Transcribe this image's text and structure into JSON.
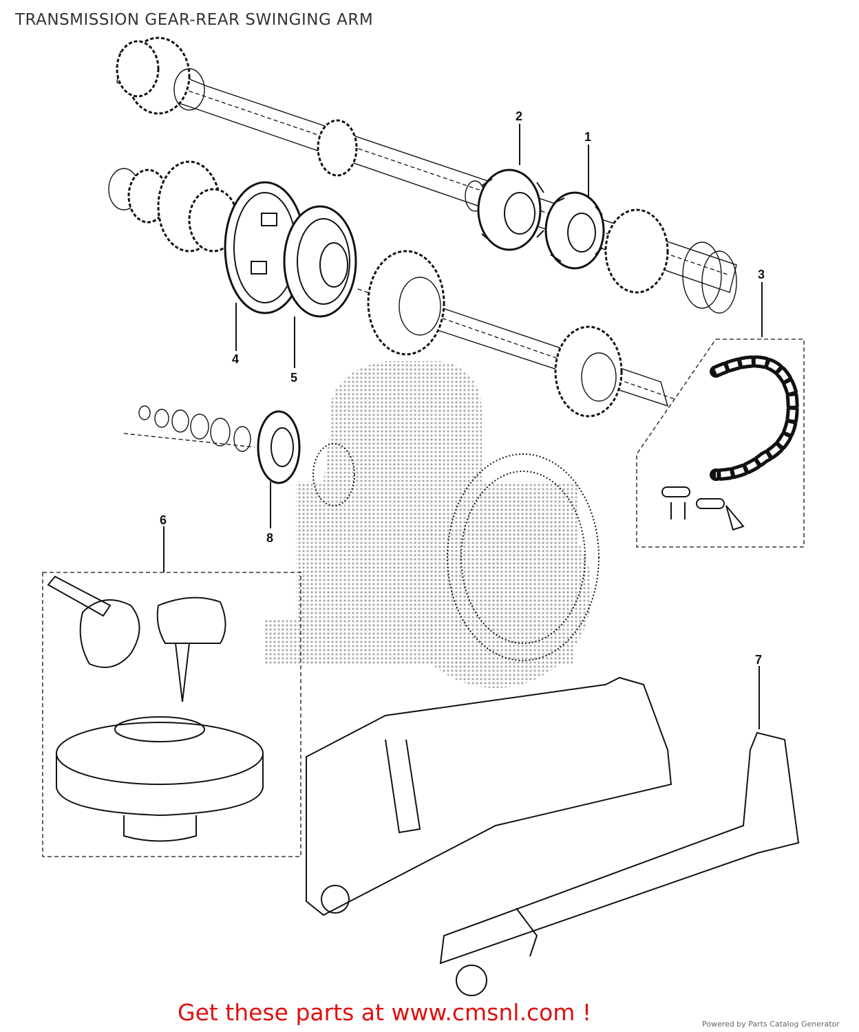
{
  "title": "TRANSMISSION GEAR-REAR SWINGING ARM",
  "callouts": [
    {
      "number": "1",
      "part": "gear"
    },
    {
      "number": "2",
      "part": "gear"
    },
    {
      "number": "3",
      "part": "drive-chain"
    },
    {
      "number": "4",
      "part": "gear"
    },
    {
      "number": "5",
      "part": "gear"
    },
    {
      "number": "6",
      "part": "key-and-cap"
    },
    {
      "number": "7",
      "part": "rear-swinging-arm"
    },
    {
      "number": "8",
      "part": "sprocket"
    }
  ],
  "footer": {
    "cta": "Get these parts at www.cmsnl.com !",
    "powered_by": "Powered by Parts Catalog Generator"
  },
  "colors": {
    "cta": "#e01010",
    "line": "#111111",
    "watermark": "#9a9a9a"
  }
}
